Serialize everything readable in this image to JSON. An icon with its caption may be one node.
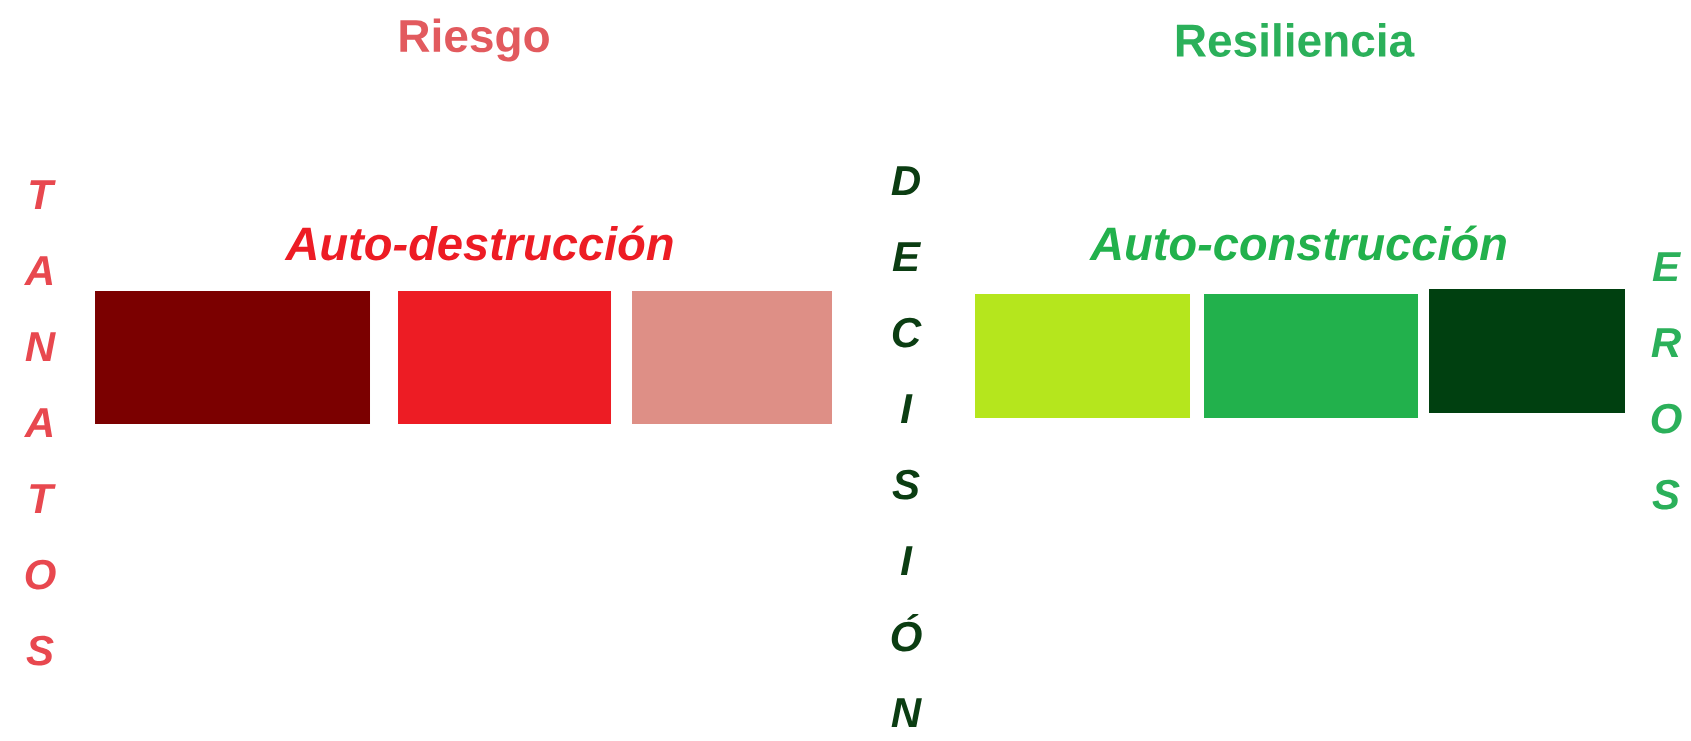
{
  "diagram": {
    "nodes": [
      {
        "text": [],
        "shape": "box"
      },
      {
        "text": [],
        "shape": "box"
      },
      {
        "text": [],
        "shape": "box"
      },
      {
        "text": [],
        "shape": "box"
      },
      {
        "text": [],
        "shape": "box"
      },
      {
        "text": [],
        "shape": "box"
      }
    ],
    "labels": [
      "Riesgo",
      "Resiliencia",
      "TANATOS",
      "Auto-destrucción",
      "DECISIÓN",
      "Auto-construcción",
      "EROS"
    ]
  }
}
